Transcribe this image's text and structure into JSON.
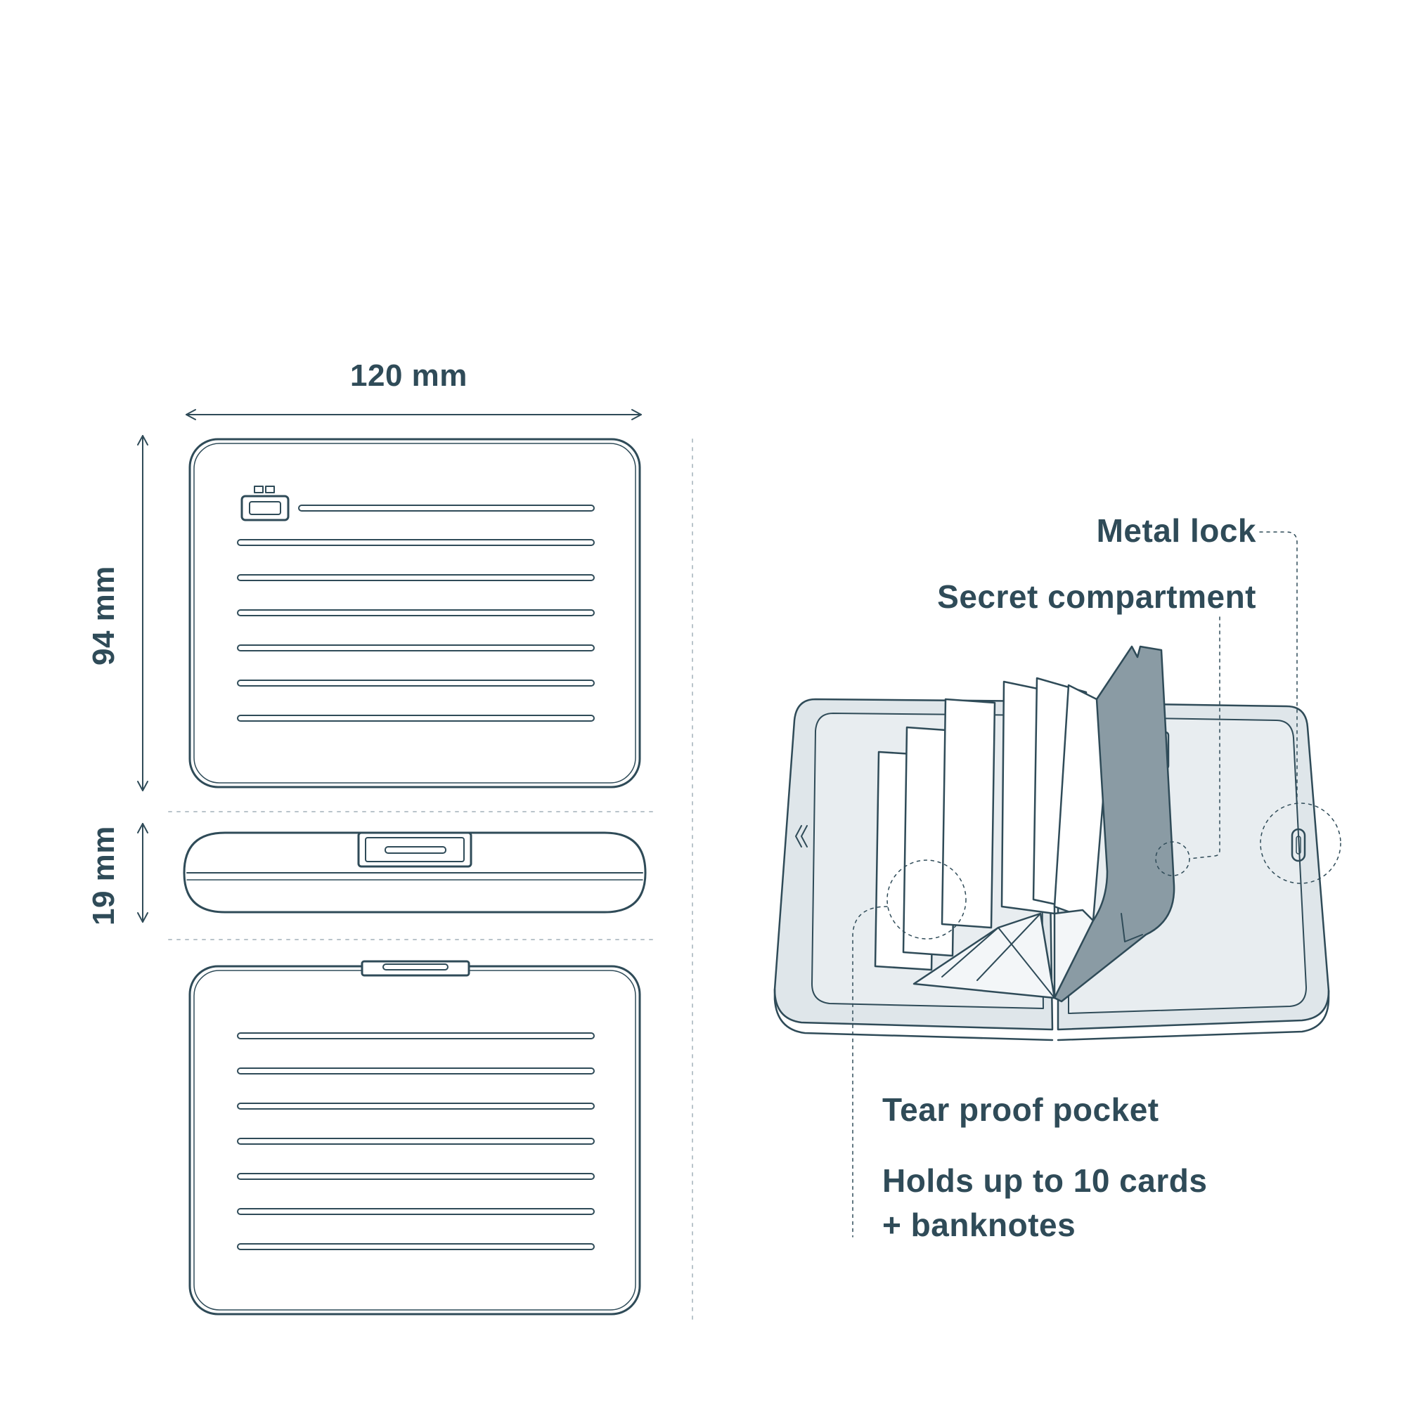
{
  "dimensions": {
    "width_label": "120 mm",
    "height_label": "94 mm",
    "depth_label": "19 mm"
  },
  "features": {
    "metal_lock": "Metal lock",
    "secret_compartment": "Secret compartment",
    "tear_proof_pocket": "Tear proof pocket",
    "capacity_line1": "Holds up to 10 cards",
    "capacity_line2": "+ banknotes"
  },
  "colors": {
    "outline": "#2f4b58",
    "text": "#2f4b58",
    "card_fill": "#dfe6ea",
    "divider_fill": "#8a9ba4",
    "guide": "#b9c4ca"
  }
}
